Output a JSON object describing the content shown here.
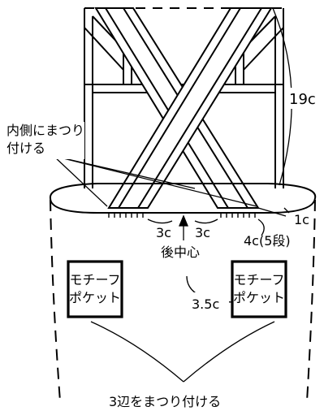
{
  "labels": {
    "strap_length": "19c",
    "inside_stitch_line1": "内側にまつり",
    "inside_stitch_line2": "付ける",
    "edge_1c": "1c",
    "left_3c": "3c",
    "right_3c": "3c",
    "four_c_5dan": "4c(5段)",
    "back_center": "後中心",
    "gap_3_5c": "3.5c",
    "bottom_note": "3辺をまつり付ける"
  },
  "pockets": [
    {
      "line1": "モチーフ",
      "line2": "ポケット"
    },
    {
      "line1": "モチーフ",
      "line2": "ポケット"
    }
  ]
}
